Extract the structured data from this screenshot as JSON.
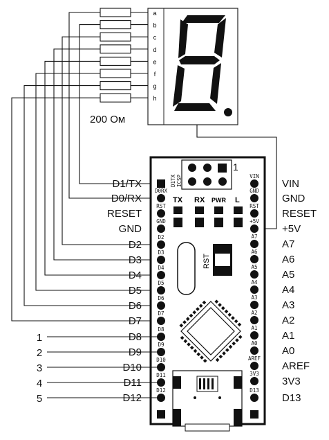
{
  "display": {
    "segment_letters": [
      "a",
      "b",
      "c",
      "d",
      "e",
      "f",
      "g",
      "h"
    ],
    "resistor_label": "200 Ом"
  },
  "board": {
    "left_pin_labels": [
      "D1/TX",
      "D0/RX",
      "RESET",
      "GND",
      "D2",
      "D3",
      "D4",
      "D5",
      "D6",
      "D7",
      "D8",
      "D9",
      "D10",
      "D11",
      "D12"
    ],
    "right_pin_labels": [
      "VIN",
      "GND",
      "RESET",
      "+5V",
      "A7",
      "A6",
      "A5",
      "A4",
      "A3",
      "A2",
      "A1",
      "A0",
      "AREF",
      "3V3",
      "D13"
    ],
    "left_silk": [
      "D0RX",
      "RST",
      "GND",
      "D2",
      "D3",
      "D4",
      "D5",
      "D6",
      "D7",
      "D8",
      "D9",
      "D10",
      "D11",
      "D12"
    ],
    "right_silk": [
      "VIN",
      "GND",
      "RST",
      "+5V",
      "A7",
      "A6",
      "A5",
      "A4",
      "A3",
      "A2",
      "A1",
      "A0",
      "AREF",
      "3V3",
      "D13"
    ],
    "top_silk": {
      "tx": "TX",
      "rx": "RX",
      "pwr": "PWR",
      "l": "L",
      "d1tx": "D1TX",
      "icsp": "ICSP",
      "one": "1",
      "rst": "RST"
    }
  },
  "inputs": [
    "1",
    "2",
    "3",
    "4",
    "5"
  ]
}
